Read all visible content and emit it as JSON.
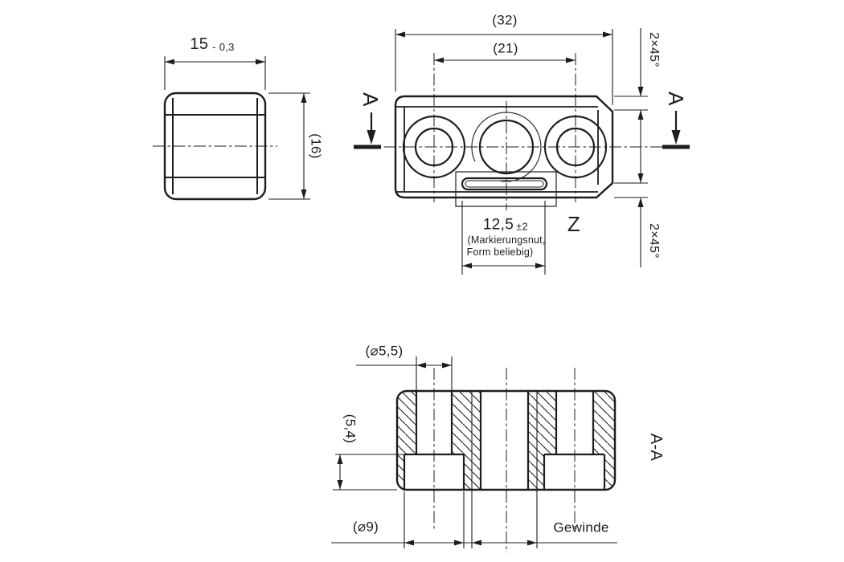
{
  "drawing": {
    "line_color": "#1d1d1d",
    "background": "#ffffff",
    "side_view": {
      "width_value": "15",
      "width_tolerance": "- 0,3",
      "height_dim": "(16)"
    },
    "front_view": {
      "overall_width_dim": "(32)",
      "hole_spacing_dim": "(21)",
      "chamfer_top_dim": "2×45°",
      "chamfer_bottom_dim": "2×45°",
      "section_marker_left": "A",
      "section_marker_right": "A",
      "detail_marker": "Z",
      "slot_dim_value": "12,5",
      "slot_dim_tolerance": "±2",
      "slot_note_line1": "(Markierungsnut,",
      "slot_note_line2": "Form beliebig)"
    },
    "section_view": {
      "title": "A-A",
      "bore_dia_dim": "(⌀5,5)",
      "counterbore_depth_dim": "(5,4)",
      "counterbore_dia_dim": "(⌀9)",
      "thread_label": "Gewinde"
    }
  }
}
